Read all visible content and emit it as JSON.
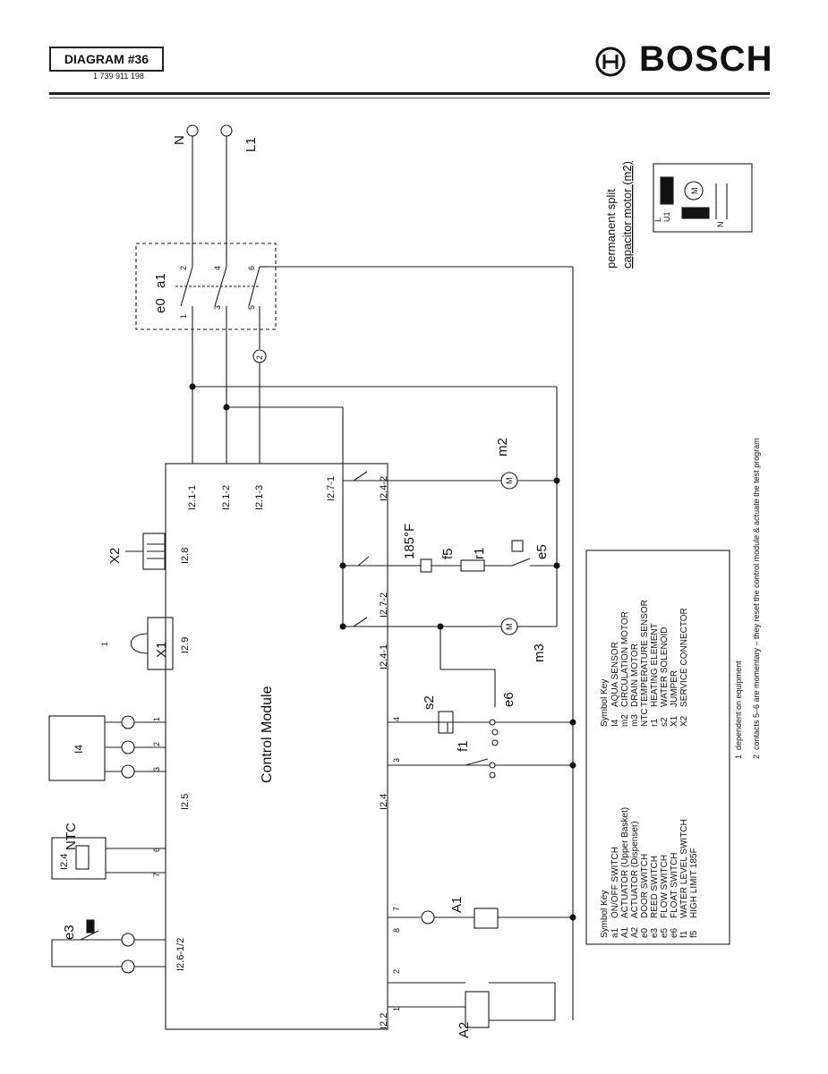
{
  "header": {
    "diagram_title": "DIAGRAM #36",
    "part_number": "1 739 911 198",
    "brand": "BOSCH"
  },
  "lines": {
    "n": "N",
    "l1": "L1"
  },
  "switches": {
    "e0": "e0",
    "a1": "a1",
    "pin1": "1",
    "pin2": "2",
    "pin3": "3",
    "pin4": "4",
    "pin5": "5",
    "pin6": "6"
  },
  "inset": {
    "title_line1": "permanent split",
    "title_line2": "capacitor motor (m2)",
    "l": "L",
    "u1": "U1",
    "n": "N",
    "m": "M"
  },
  "connectors": {
    "i21_1": "I2.1-1",
    "i21_2": "I2.1-2",
    "i21_3": "I2.1-3",
    "i27_1": "I2.7-1",
    "i27_2": "I2.7-2",
    "i24_1": "I2.4-1",
    "i24_2": "I2.4-2",
    "i28": "I2.8",
    "i29": "I2.9",
    "i25": "I2.5",
    "i24": "I2.4",
    "i261_2": "I2.6-1/2",
    "i22": "I2.2"
  },
  "components": {
    "m2": "m2",
    "m3": "m3",
    "f5": "f5",
    "r1": "r1",
    "e5": "e5",
    "temp": "185°F",
    "x2": "X2",
    "x1": "X1",
    "s2": "s2",
    "e6": "e6",
    "f1": "f1",
    "i4": "I4",
    "ntc": "NTC",
    "ntc_sub": "I2.4",
    "e3": "e3",
    "a1": "A1",
    "a2": "A2",
    "control_module": "Control Module",
    "circled1": "1",
    "circled2": "2",
    "motor_m": "M"
  },
  "pins": {
    "p1": "1",
    "p2": "2",
    "p3": "3",
    "p4": "4",
    "p6": "6",
    "p7": "7",
    "p8": "8"
  },
  "symbol_key_left": {
    "heading": "Symbol Key",
    "rows": [
      [
        "a1",
        "ON/OFF SWITCH"
      ],
      [
        "A1",
        "ACTUATOR (Upper Basket)"
      ],
      [
        "A2",
        "ACTUATOR (Dispenser)"
      ],
      [
        "e0",
        "DOOR SWITCH"
      ],
      [
        "e3",
        "REED SWITCH"
      ],
      [
        "e5",
        "FLOW SWITCH"
      ],
      [
        "e6",
        "FLOAT SWITCH"
      ],
      [
        "f1",
        "WATER LEVEL SWITCH"
      ],
      [
        "f5",
        "HIGH LIMIT 185F"
      ]
    ]
  },
  "symbol_key_right": {
    "heading": "Symbol Key",
    "rows": [
      [
        "I4",
        "AQUA SENSOR"
      ],
      [
        "m2",
        "CIRCULATION MOTOR"
      ],
      [
        "m3",
        "DRAIN MOTOR"
      ],
      [
        "NTC",
        "TEMPERATURE SENSOR"
      ],
      [
        "r1",
        "HEATING ELEMENT"
      ],
      [
        "s2",
        "WATER SOLENOID"
      ],
      [
        "X1",
        "JUMPER"
      ],
      [
        "X2",
        "SERVICE CONNECTOR"
      ]
    ]
  },
  "notes": {
    "note1_num": "1",
    "note1": "dependent on equipment",
    "note2_num": "2",
    "note2": "contacts 5–6 are momentary – they reset the control module & actuate the test program"
  }
}
